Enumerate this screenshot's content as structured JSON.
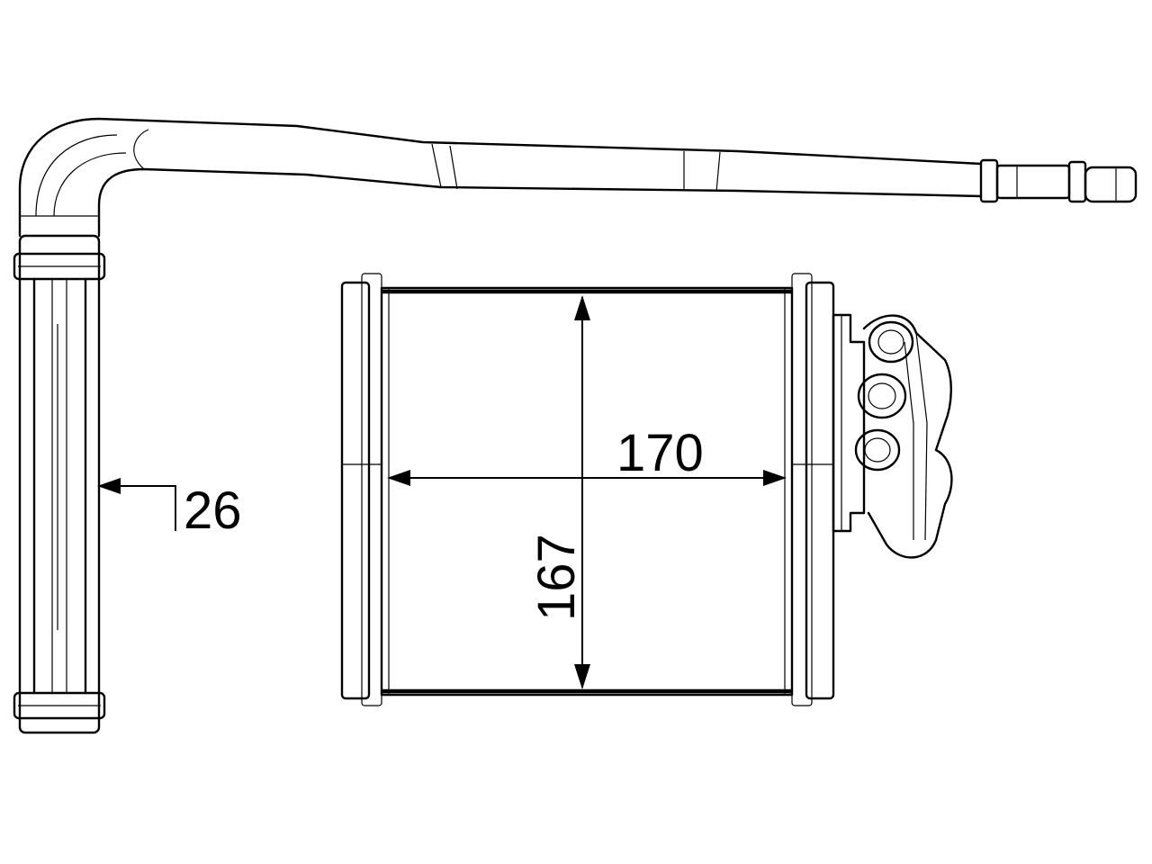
{
  "diagram": {
    "dimensions": {
      "width": "170",
      "height": "167",
      "depth": "26"
    }
  }
}
